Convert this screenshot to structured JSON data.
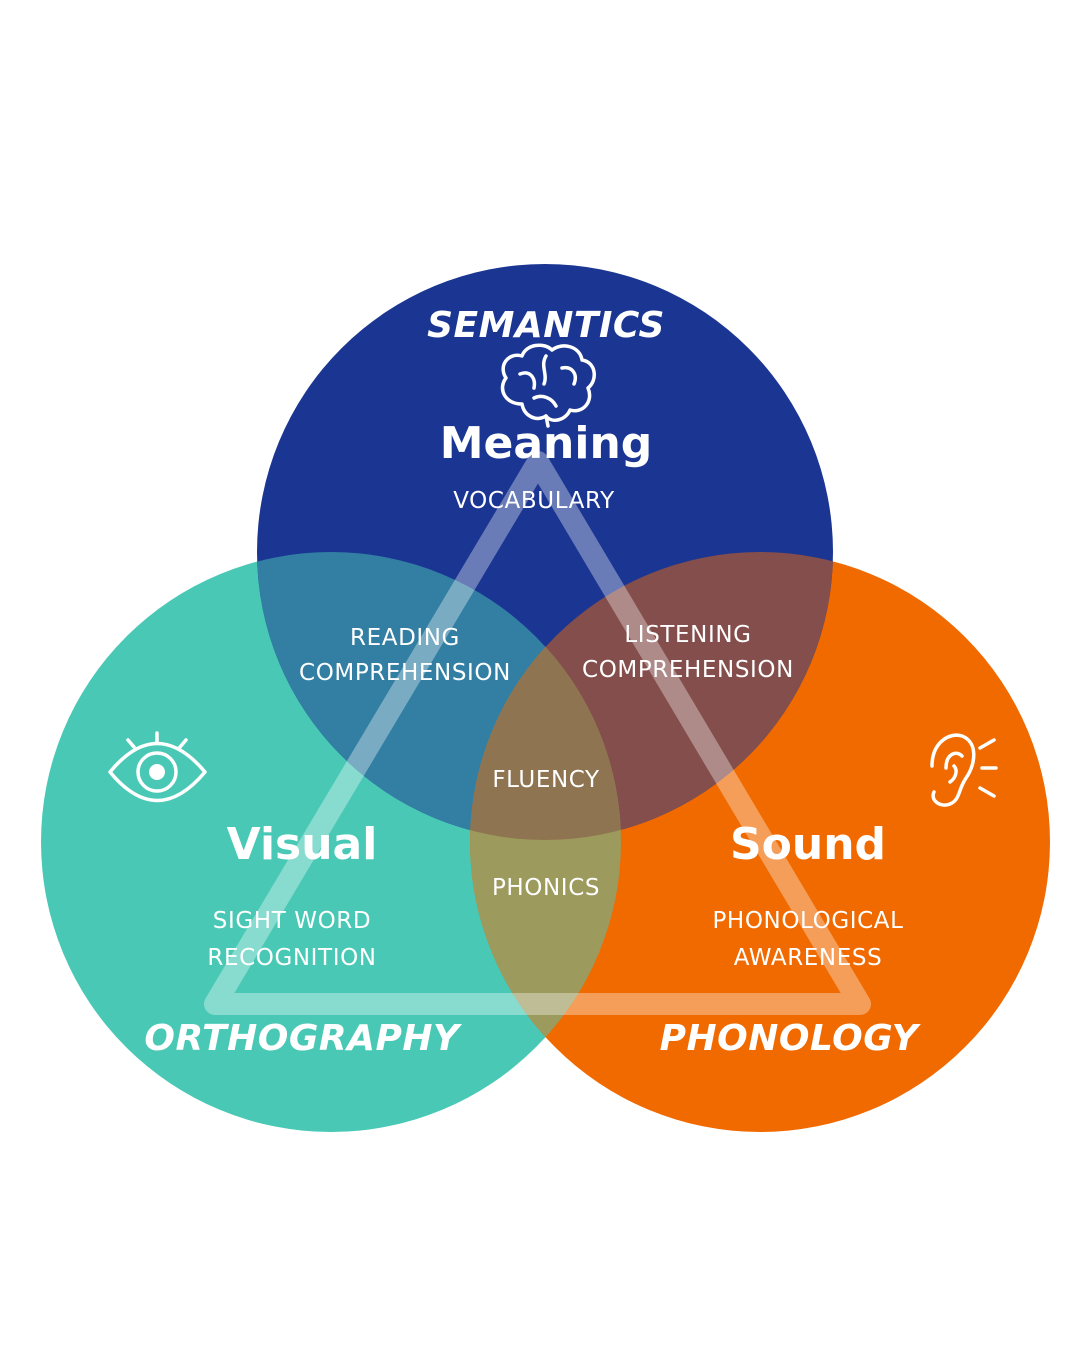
{
  "colors": {
    "meaning": "#1b3692",
    "visual": "#49c9b5",
    "sound": "#f06a00",
    "reading_overlap": "#327fa3",
    "listening_overlap": "#834e4b",
    "phonics_overlap": "#9c9a5c",
    "fluency_overlap": "#8e7450"
  },
  "meaning": {
    "heading": "SEMANTICS",
    "title": "Meaning",
    "subtitle": "VOCABULARY",
    "icon": "brain-icon"
  },
  "visual": {
    "heading": "ORTHOGRAPHY",
    "title": "Visual",
    "subtitle_line1": "SIGHT WORD",
    "subtitle_line2": "RECOGNITION",
    "icon": "eye-icon"
  },
  "sound": {
    "heading": "PHONOLOGY",
    "title": "Sound",
    "subtitle_line1": "PHONOLOGICAL",
    "subtitle_line2": "AWARENESS",
    "icon": "ear-icon"
  },
  "overlaps": {
    "reading_line1": "READING",
    "reading_line2": "COMPREHENSION",
    "listening_line1": "LISTENING",
    "listening_line2": "COMPREHENSION",
    "phonics": "PHONICS",
    "fluency": "FLUENCY"
  }
}
